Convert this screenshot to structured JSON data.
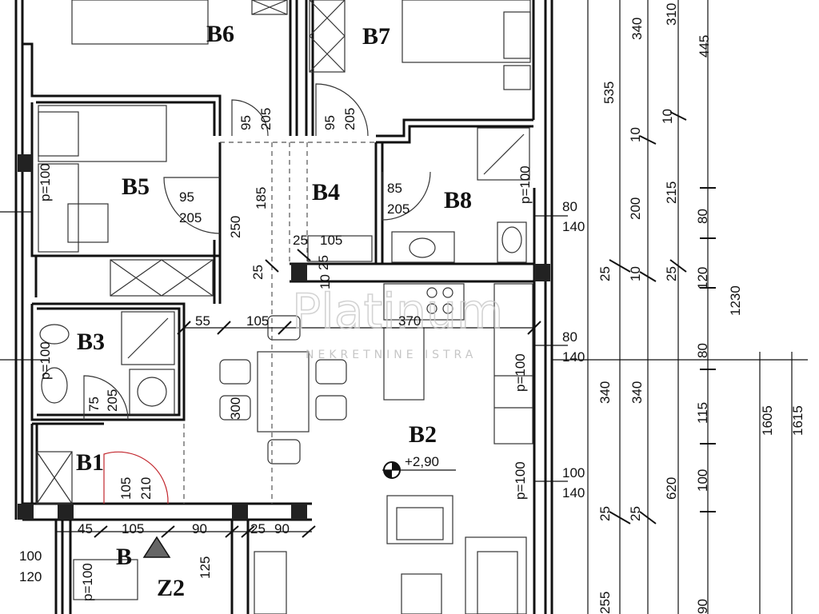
{
  "rooms": {
    "b6": "B6",
    "b7": "B7",
    "b5": "B5",
    "b4": "B4",
    "b8": "B8",
    "b3": "B3",
    "b2": "B2",
    "b1": "B1",
    "z2": "Z2",
    "b": "B"
  },
  "level": "+2,90",
  "watermark": {
    "brand": "Platinum",
    "tagline": "NEKRETNINE ISTRA"
  },
  "labels": {
    "d95a": "95",
    "d205a": "205",
    "d95b": "95",
    "d205b": "205",
    "d95c": "95",
    "d205c": "205",
    "d85": "85",
    "d205d": "205",
    "d250": "250",
    "d185": "185",
    "d25a": "25",
    "d105a": "105",
    "d10a": "10",
    "d25b": "25",
    "d25c": "25",
    "d55": "55",
    "d105b": "105",
    "d370": "370",
    "d300": "300",
    "p100a": "p=100",
    "p100b": "p=100",
    "p100c": "p=100",
    "p100d": "p=100",
    "p100e": "p=100",
    "p100f": "p=100",
    "d75": "75",
    "d205e": "205",
    "d105c": "105",
    "d210": "210",
    "d45": "45",
    "d105d": "105",
    "d90a": "90",
    "d25d": "25",
    "d90b": "90",
    "d125": "125",
    "d100a": "100",
    "d120a": "120",
    "d80a": "80",
    "d140a": "140",
    "d80b": "80",
    "d140b": "140",
    "d100b": "100",
    "d140c": "140",
    "r535": "535",
    "r10a": "10",
    "r200": "200",
    "r25a": "25",
    "r10b": "10",
    "r340a": "340",
    "r340b": "340",
    "r25b": "25",
    "r25c": "25",
    "r255": "255",
    "r340c": "340",
    "r310": "310",
    "r445": "445",
    "r10c": "10",
    "r215": "215",
    "r25d": "25",
    "r620": "620",
    "r90": "90",
    "r80a": "80",
    "r120": "120",
    "r80b": "80",
    "r115": "115",
    "r100": "100",
    "r1230": "1230",
    "r1605": "1605",
    "r1615": "1615"
  }
}
